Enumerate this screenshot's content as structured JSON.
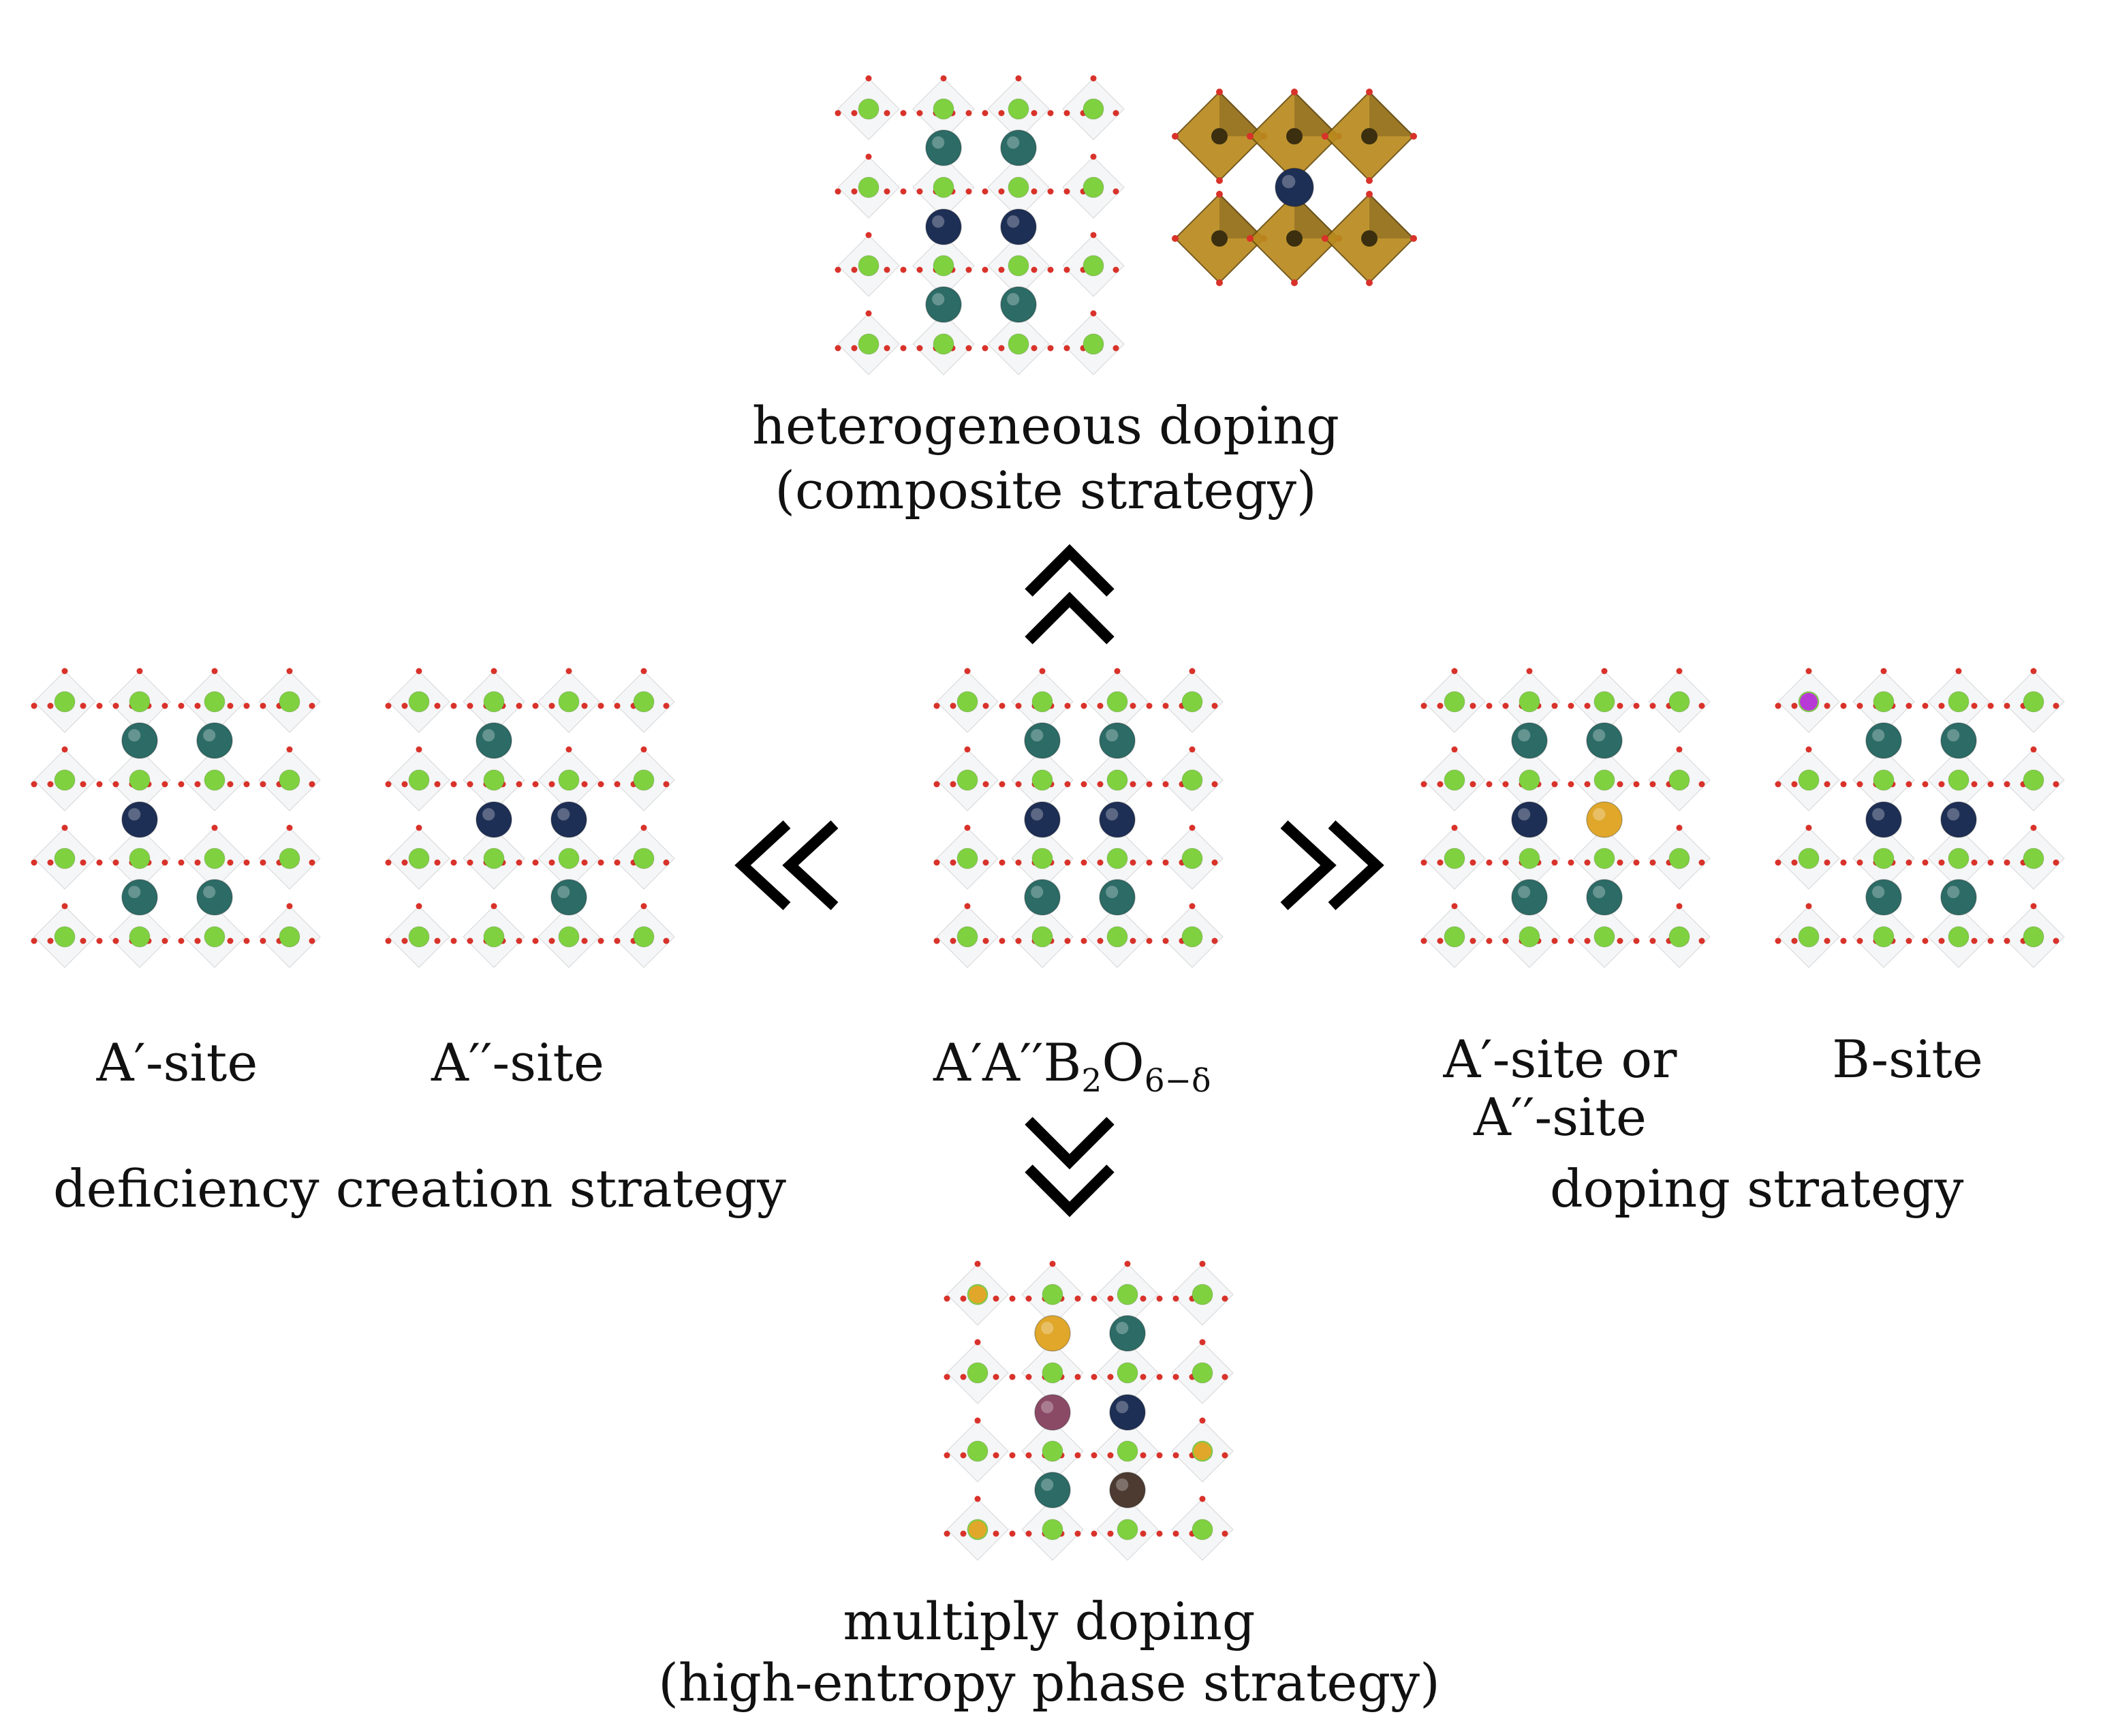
{
  "title_top": {
    "line1": "heterogeneous doping",
    "line2": "(composite strategy)"
  },
  "title_bottom": {
    "line1": "multiply doping",
    "line2": "(high-entropy phase strategy)"
  },
  "left": {
    "label_a1": "A′-site",
    "label_a2": "A′′-site",
    "strategy": "deficiency creation strategy"
  },
  "right": {
    "label_a": "A′-site or",
    "label_a_line2": "A′′-site",
    "label_b": "B-site",
    "strategy": "doping strategy"
  },
  "center": {
    "formula_main": "A′A′′B",
    "formula_sub1": "2",
    "formula_o": "O",
    "formula_sub2": "6−δ"
  },
  "colors": {
    "oxygen": "#d8322a",
    "b_site": "#7fd140",
    "a_teal": "#2c6b66",
    "a_navy": "#1e2f55",
    "dopant_gold": "#e0a72a",
    "dopant_purple": "#b83ad6",
    "dopant_mauve": "#8a4a66",
    "dopant_brown": "#4d3b32",
    "octahedron_gold": "#b98a1e",
    "arrow": "#000000"
  },
  "icons": [
    "double-chevron-up-icon",
    "double-chevron-down-icon",
    "double-chevron-left-icon",
    "double-chevron-right-icon"
  ]
}
